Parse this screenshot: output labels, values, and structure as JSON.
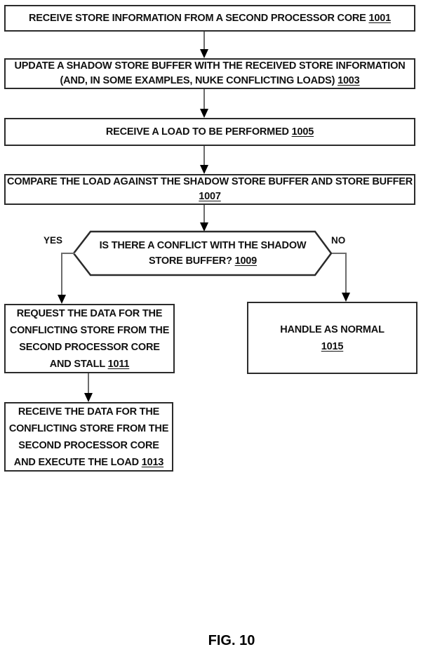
{
  "figure": {
    "caption": "FIG. 10"
  },
  "flow": {
    "b1001": {
      "text": "RECEIVE STORE INFORMATION FROM A SECOND PROCESSOR CORE",
      "ref": "1001"
    },
    "b1003": {
      "line1": "UPDATE A SHADOW STORE BUFFER WITH THE RECEIVED STORE INFORMATION",
      "line2": "(AND, IN SOME EXAMPLES, NUKE CONFLICTING LOADS)",
      "ref": "1003"
    },
    "b1005": {
      "text": "RECEIVE A LOAD TO BE PERFORMED",
      "ref": "1005"
    },
    "b1007": {
      "line1": "COMPARE THE LOAD AGAINST THE SHADOW STORE BUFFER AND STORE BUFFER",
      "ref": "1007"
    },
    "d1009": {
      "line1": "IS THERE A CONFLICT WITH THE SHADOW",
      "line2": "STORE BUFFER?",
      "ref": "1009",
      "yes_label": "YES",
      "no_label": "NO"
    },
    "b1011": {
      "line1": "REQUEST THE DATA FOR THE",
      "line2": "CONFLICTING STORE FROM THE",
      "line3": "SECOND PROCESSOR CORE",
      "line4": "AND STALL",
      "ref": "1011"
    },
    "b1015": {
      "line1": "HANDLE AS NORMAL",
      "ref": "1015"
    },
    "b1013": {
      "line1": "RECEIVE THE DATA FOR THE",
      "line2": "CONFLICTING STORE FROM THE",
      "line3": "SECOND PROCESSOR CORE",
      "line4": "AND EXECUTE THE LOAD",
      "ref": "1013"
    }
  },
  "colors": {
    "background": "#ffffff",
    "box_border": "#2b2b2b",
    "connector_line": "#6c6c6c",
    "arrowhead": "#000000",
    "text": "#111111"
  }
}
